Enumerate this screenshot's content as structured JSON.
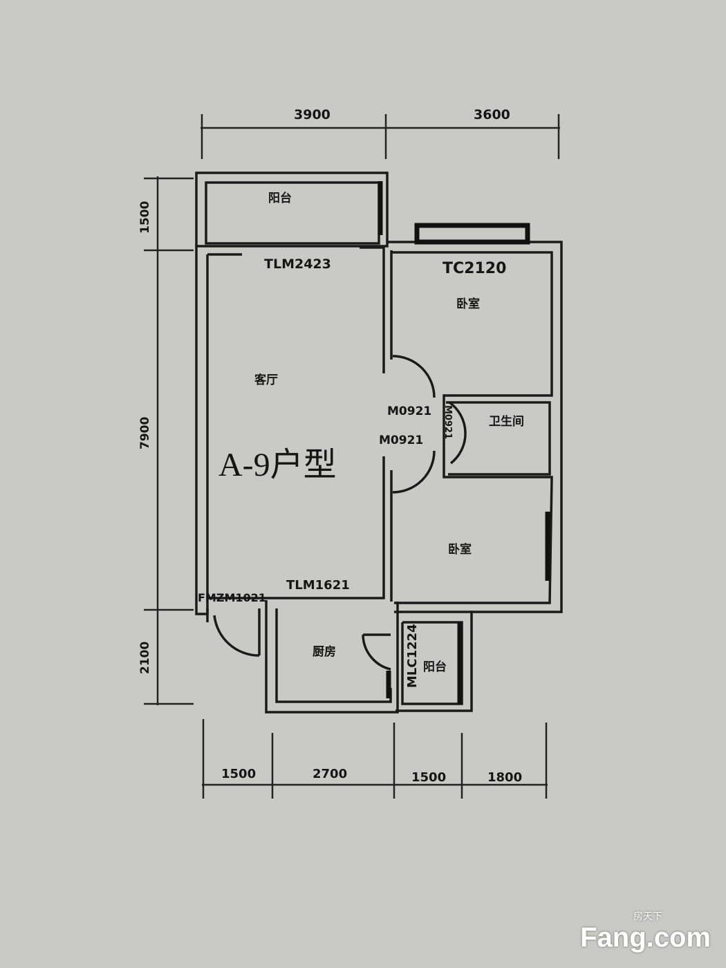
{
  "title": "A-9户型",
  "dimensions": {
    "top": [
      "3900",
      "3600"
    ],
    "left": [
      "1500",
      "7900",
      "2100"
    ],
    "bottom": [
      "1500",
      "2700",
      "1500",
      "1800"
    ]
  },
  "rooms": {
    "balcony_top": "阳台",
    "living_room": "客厅",
    "bedroom_1": "卧室",
    "bathroom": "卫生间",
    "bedroom_2": "卧室",
    "kitchen": "厨房",
    "balcony_small": "阳台"
  },
  "openings": {
    "tlm2423": "TLM2423",
    "tc2120": "TC2120",
    "m0921_a": "M0921",
    "m0921_b": "M0921",
    "m0921_c": "M0921",
    "tlm1621": "TLM1621",
    "fmzm1021": "FMZM1021",
    "mlc1224": "MLC1224"
  },
  "watermark": {
    "brand": "Fang.com",
    "cn": "房天下"
  }
}
